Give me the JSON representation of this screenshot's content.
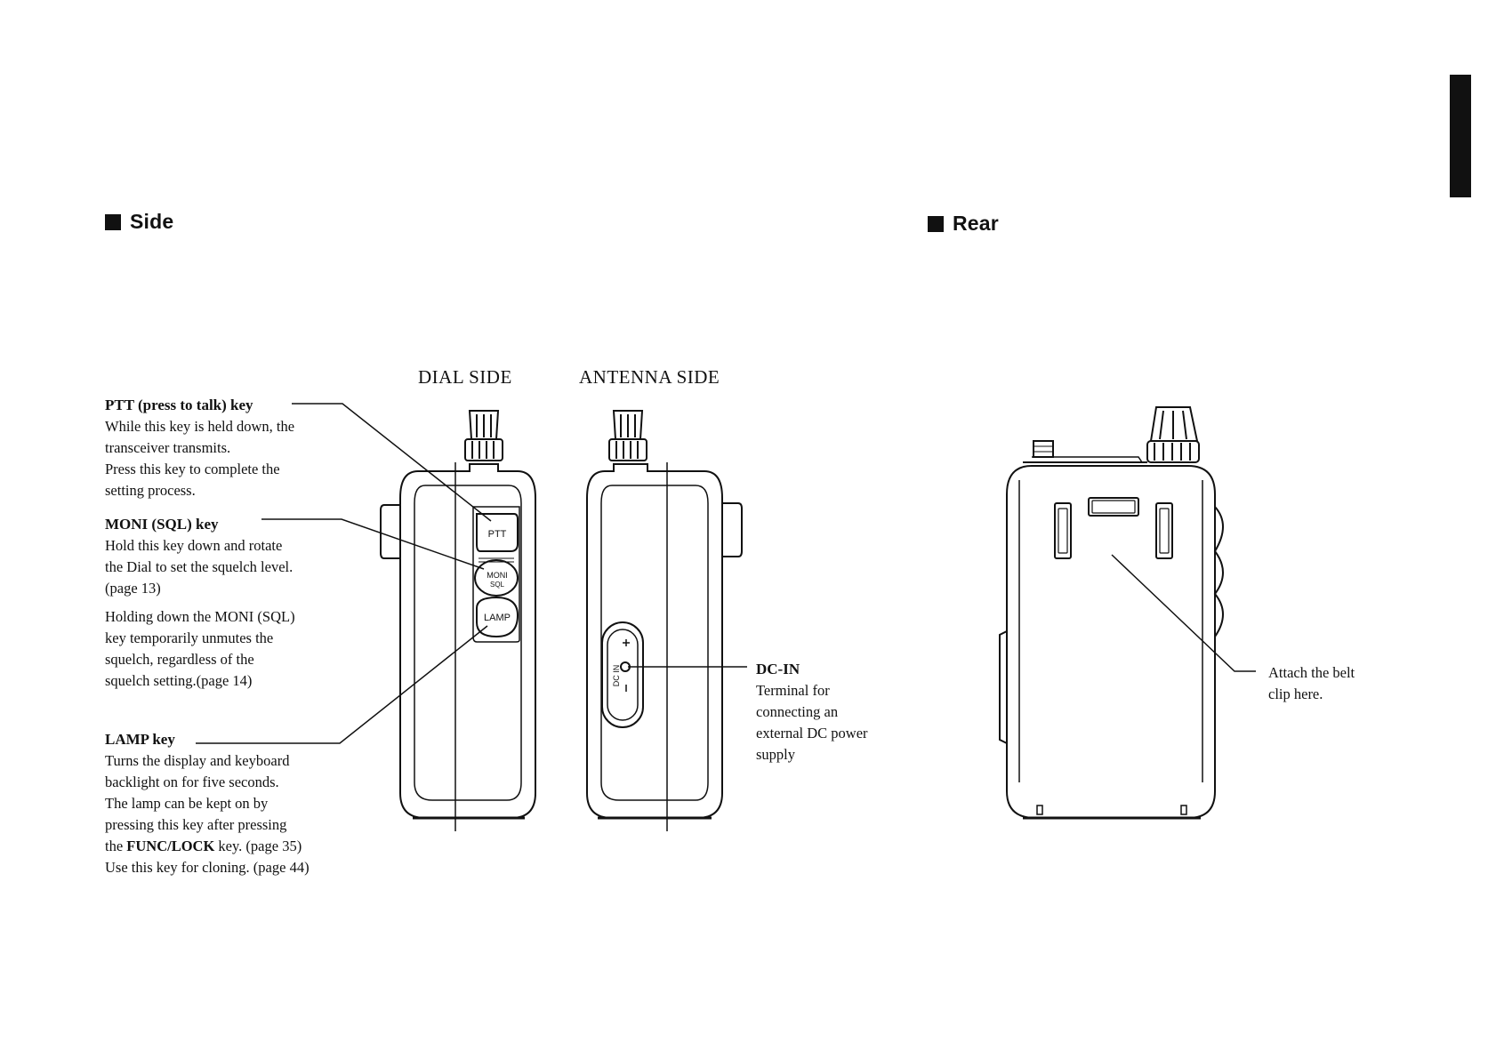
{
  "side_heading": "Side",
  "rear_heading": "Rear",
  "dial_side_label": "DIAL SIDE",
  "antenna_side_label": "ANTENNA SIDE",
  "ptt": {
    "title": "PTT (press to talk) key",
    "lines": [
      "While this key is held down, the",
      "transceiver transmits.",
      "Press this key to complete the",
      "setting process."
    ]
  },
  "moni": {
    "title": "MONI (SQL) key",
    "lines": [
      "Hold this key down and rotate",
      "the Dial to set the squelch level.",
      "(page 13)"
    ],
    "lines2": [
      "Holding down the MONI (SQL)",
      "key temporarily unmutes the",
      "squelch, regardless of the",
      "squelch setting.(page 14)"
    ]
  },
  "lamp": {
    "title": "LAMP key",
    "lines": [
      "Turns the display and keyboard",
      "backlight on for five seconds.",
      "The lamp can be kept on by",
      "pressing this key after pressing"
    ],
    "line5_pre": "the ",
    "line5_bold": "FUNC/LOCK",
    "line5_post": " key. (page 35)",
    "line6": "Use this key for cloning. (page 44)"
  },
  "dcin": {
    "title": "DC-IN",
    "lines": [
      "Terminal for",
      "connecting an",
      "external DC power",
      "supply"
    ]
  },
  "rear_note": {
    "lines": [
      "Attach the belt",
      "clip here."
    ]
  },
  "key_labels": {
    "ptt": "PTT",
    "moni": "MONI",
    "sql": "SQL",
    "lamp": "LAMP",
    "dc": "DC IN",
    "plus": "+",
    "minus": "−"
  }
}
